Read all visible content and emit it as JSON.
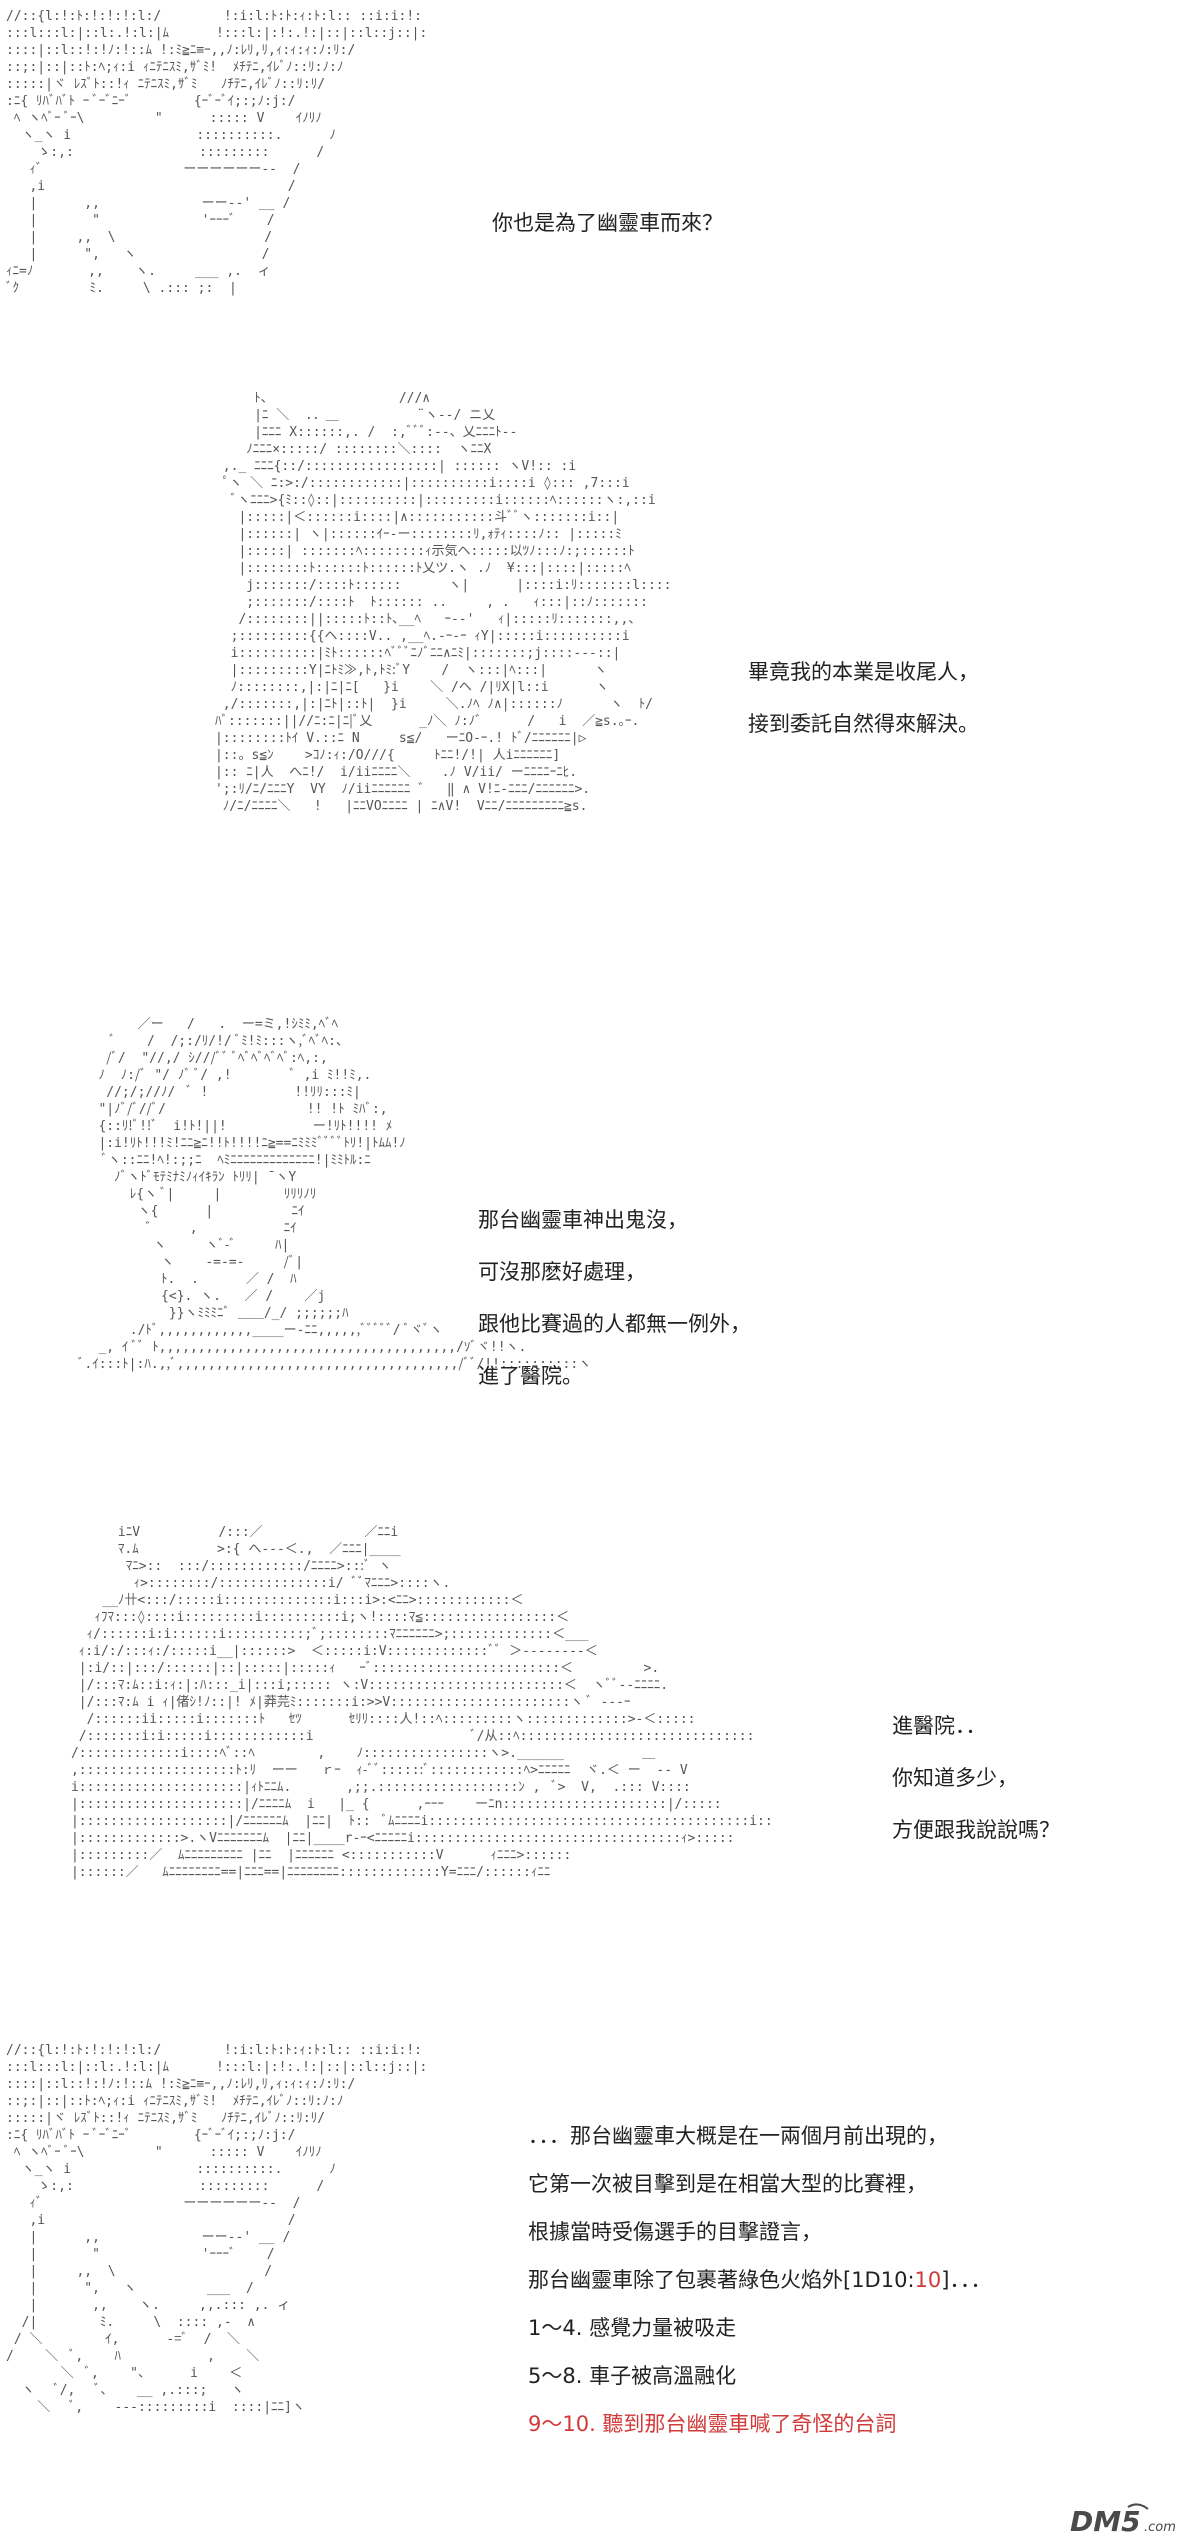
{
  "panels": [
    {
      "id": "panel-1",
      "lines": [
        "你也是為了幽靈車而來？"
      ]
    },
    {
      "id": "panel-2",
      "lines": [
        "畢竟我的本業是收尾人，",
        "接到委託自然得來解決。"
      ]
    },
    {
      "id": "panel-3",
      "lines": [
        "那台幽靈車神出鬼沒，",
        "可沒那麽好處理，",
        "跟他比賽過的人都無一例外，",
        "進了醫院。"
      ]
    },
    {
      "id": "panel-4",
      "lines": [
        "進醫院．．",
        "你知道多少，",
        "方便跟我說說嗎？"
      ]
    },
    {
      "id": "panel-5",
      "lines": [
        "．．．那台幽靈車大概是在一兩個月前出現的，",
        "它第一次被目擊到是在相當大型的比賽裡，",
        "根據當時受傷選手的目擊證言，",
        "那台幽靈車除了包裹著綠色火焰外",
        "1～4. 感覺力量被吸走",
        "5～8. 車子被高溫融化",
        "9～10. 聽到那台幽靈車喊了奇怪的台詞"
      ],
      "dice": {
        "prefix": "[1D10:",
        "result": "10",
        "suffix": "]．．．"
      }
    }
  ],
  "watermark": {
    "text": "DM5",
    "suffix": ".com",
    "color": "#4a4a4a"
  }
}
